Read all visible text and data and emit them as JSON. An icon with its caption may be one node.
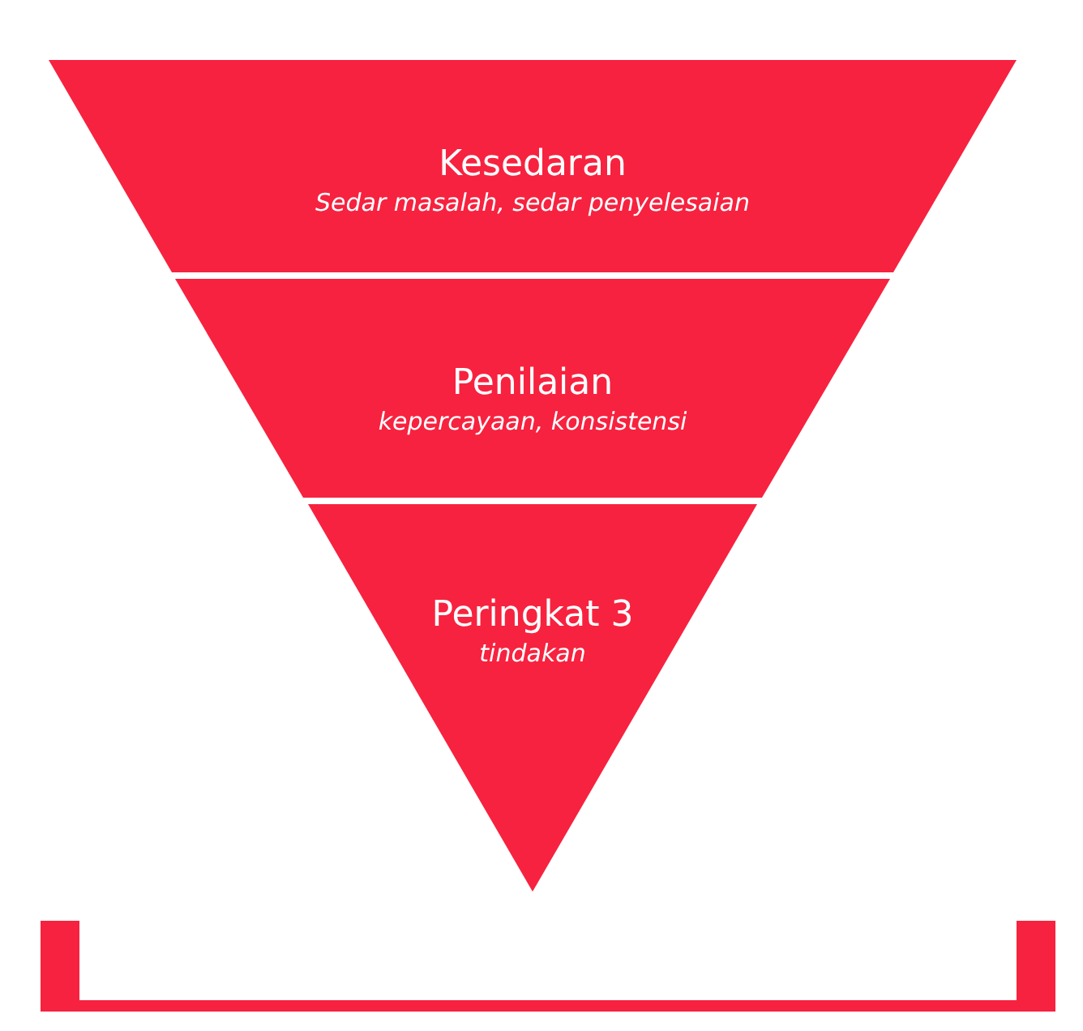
{
  "diagram": {
    "nodes": [
      {
        "text": [
          "Kesedaran",
          "Sedar masalah, sedar penyelesaian"
        ]
      },
      {
        "text": [
          "Penilaian",
          "kepercayaan, konsistensi"
        ]
      },
      {
        "text": [
          "Peringkat 3",
          "tindakan"
        ]
      }
    ]
  }
}
